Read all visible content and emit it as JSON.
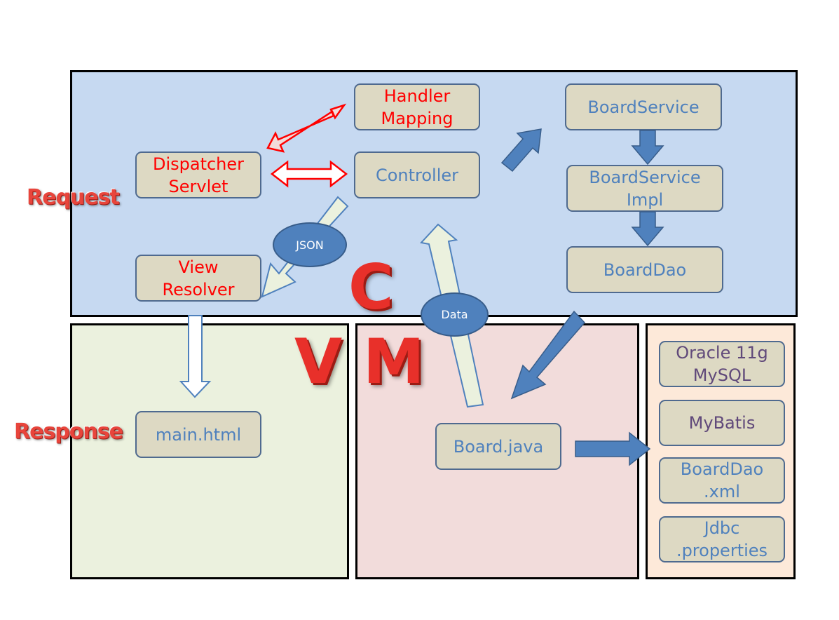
{
  "labels": {
    "request": "Request",
    "response": "Response"
  },
  "letters": {
    "controller": "C",
    "view": "V",
    "model": "M"
  },
  "nodes": {
    "handler_mapping": "Handler\nMapping",
    "dispatcher_servlet": "Dispatcher\nServlet",
    "controller": "Controller",
    "view_resolver": "View\nResolver",
    "board_service": "BoardService",
    "board_service_impl": "BoardService\nImpl",
    "board_dao": "BoardDao",
    "main_html": "main.html",
    "board_java": "Board.java",
    "oracle_mysql": "Oracle 11g\nMySQL",
    "mybatis": "MyBatis",
    "board_dao_xml": "BoardDao\n.xml",
    "jdbc_properties": "Jdbc\n.properties"
  },
  "edge_labels": {
    "json": "JSON",
    "data": "Data"
  },
  "colors": {
    "controller_panel": "#c6d9f1",
    "view_panel": "#ebf1de",
    "model_panel": "#f2dcdb",
    "db_panel": "#fde9d9",
    "node_fill": "#ddd9c3",
    "accent_blue": "#4f81bd",
    "accent_red": "#ff0000"
  }
}
